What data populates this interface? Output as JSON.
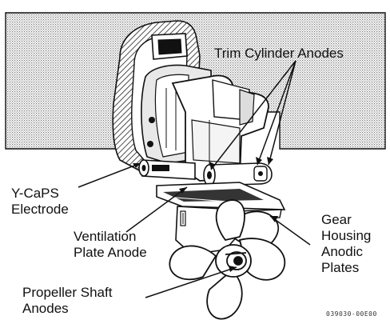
{
  "figure": {
    "id": "039030-00E00"
  },
  "labels": {
    "trim_cylinder_anodes": "Trim Cylinder Anodes",
    "ycaps_line1": "Y-CaPS",
    "ycaps_line2": "Electrode",
    "ventilation_line1": "Ventilation",
    "ventilation_line2": "Plate Anode",
    "gear_line1": "Gear",
    "gear_line2": "Housing",
    "gear_line3": "Anodic",
    "gear_line4": "Plates",
    "prop_line1": "Propeller Shaft",
    "prop_line2": "Anodes"
  }
}
